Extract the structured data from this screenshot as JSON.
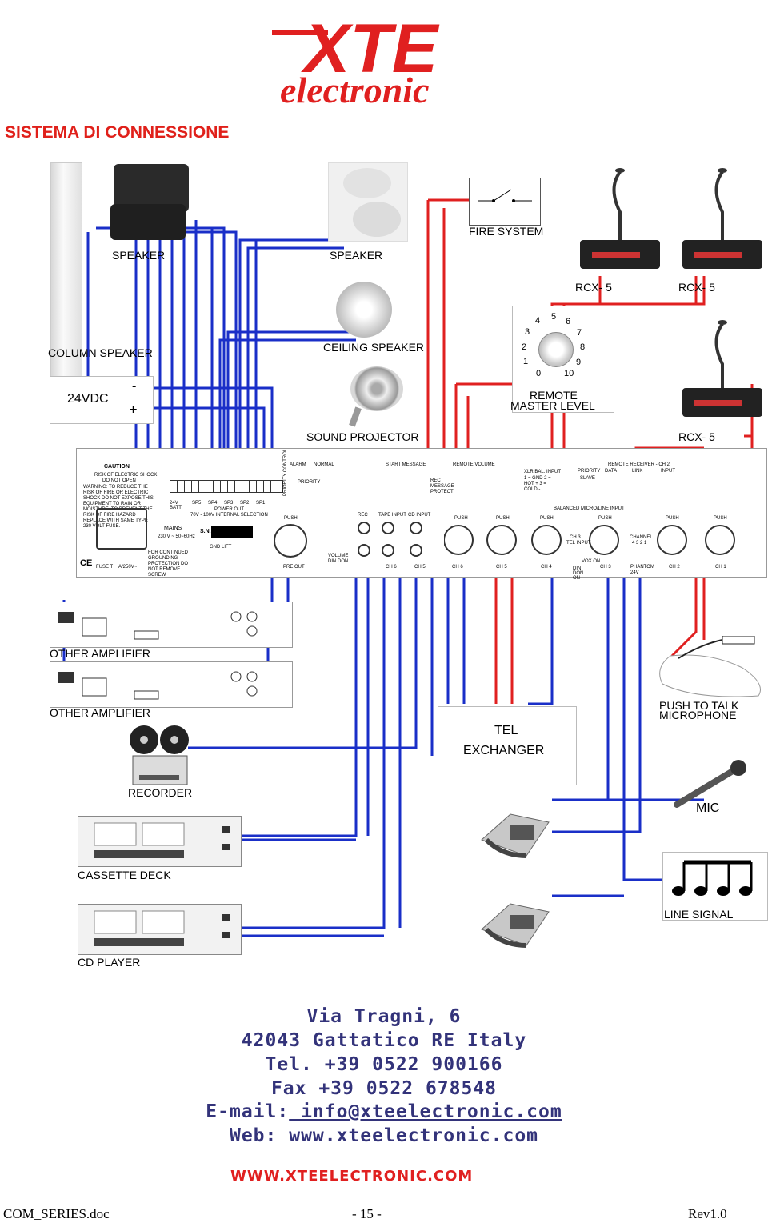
{
  "logo": {
    "brand": "XTE",
    "sub": "electronic"
  },
  "title": "SISTEMA DI CONNESSIONE",
  "labels": {
    "speaker1": "SPEAKER",
    "speaker2": "SPEAKER",
    "fire_system": "FIRE SYSTEM",
    "rcx1": "RCX- 5",
    "rcx2": "RCX- 5",
    "rcx3": "RCX- 5",
    "column_speaker": "COLUMN SPEAKER",
    "ceiling_speaker": "CEILING SPEAKER",
    "vdc": "24VDC",
    "minus": "-",
    "plus": "+",
    "remote_master": "REMOTE",
    "remote_master2": "MASTER LEVEL",
    "sound_projector": "SOUND PROJECTOR",
    "other_amp1": "OTHER AMPLIFIER",
    "other_amp2": "OTHER AMPLIFIER",
    "tel_exchanger1": "TEL",
    "tel_exchanger2": "EXCHANGER",
    "push_to_talk1": "PUSH TO TALK",
    "push_to_talk2": "MICROPHONE",
    "recorder": "RECORDER",
    "mic": "MIC",
    "cassette": "CASSETTE DECK",
    "line_signal": "LINE SIGNAL",
    "cd_player": "CD PLAYER"
  },
  "dial": [
    "0",
    "1",
    "2",
    "3",
    "4",
    "5",
    "6",
    "7",
    "8",
    "9",
    "10"
  ],
  "panel": {
    "caution": "CAUTION",
    "risk": "RISK OF ELECTRIC SHOCK",
    "do_not_open": "DO NOT OPEN",
    "warning": "WARNING: TO REDUCE THE RISK OF FIRE OR ELECTRIC SHOCK DO NOT EXPOSE THIS EQUIPMENT TO RAIN OR MOISTURE. TO PREVENT THE RISK OF FIRE HAZARD REPLACE WITH SAME TYPE 230 VOLT FUSE.",
    "mains": "MAINS",
    "mains_v": "230 V ~ 50~60Hz",
    "fuse": "FUSE T",
    "fuse_v": "A/250V~",
    "grounding": "FOR CONTINUED GROUNDING PROTECTION DO NOT REMOVE SCREW",
    "sn": "S.N.",
    "gnd_lift": "GND LIFT",
    "batt": "24V BATT",
    "sp": [
      "SP5",
      "SP4",
      "SP3",
      "SP2",
      "SP1"
    ],
    "power_out": "POWER OUT",
    "power_sel": "70V - 100V INTERNAL SELECTION",
    "alarm": "ALARM",
    "normal": "NORMAL",
    "priority": "PRIORITY",
    "priority_control": "PRIORITY CONTROL",
    "pre_out": "PRE OUT",
    "volume": "VOLUME",
    "din_don": "DIN DON",
    "start_message": "START MESSAGE",
    "rec_message": "REC MESSAGE PROTECT",
    "remote_volume": "REMOTE VOLUME",
    "rec": "REC",
    "tape_input": "TAPE INPUT",
    "cd_input": "CD INPUT",
    "xlr": "XLR BAL. INPUT",
    "xlr_pins": "1 = GND  2 = HOT +  3 = COLD -",
    "remote_receiver": "REMOTE RECEIVER - CH 2",
    "priority2": "PRIORITY",
    "data": "DATA",
    "link": "LINK",
    "input": "INPUT",
    "slave": "SLAVE",
    "balanced": "BALANCED MICRO/LINE INPUT",
    "tel_input": "TEL INPUT",
    "channel": "CHANNEL",
    "channel_nums": "4 3 2 1",
    "din_don2": "DIN DON ON",
    "vox_on": "VOX ON",
    "phantom": "PHANTOM 24V",
    "push": "PUSH",
    "channels": [
      "CH 6",
      "CH 5",
      "CH 6",
      "CH 5",
      "CH 4",
      "CH 3",
      "CH 2",
      "CH 1"
    ],
    "ch3": "CH 3"
  },
  "contact": {
    "line1": "Via Tragni, 6",
    "line2": "42043 Gattatico RE Italy",
    "line3": "Tel. +39 0522 900166",
    "line4": "Fax +39 0522 678548",
    "email_label": "E-mail:",
    "email": " info@xteelectronic.com",
    "web": "Web: www.xteelectronic.com"
  },
  "banner": "WWW.XTEELECTRONIC.COM",
  "footer": {
    "doc": "COM_SERIES.doc",
    "page": "- 15 -",
    "rev": "Rev1.0"
  },
  "colors": {
    "red": "#e02020",
    "blue": "#1a2fc8",
    "title_red": "#e0201a",
    "contact": "#33337a"
  }
}
